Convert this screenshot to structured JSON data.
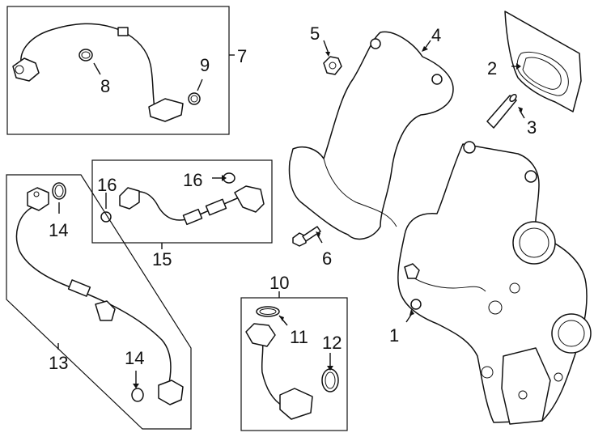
{
  "diagram": {
    "callouts": [
      {
        "id": "c1",
        "label": "1"
      },
      {
        "id": "c2",
        "label": "2"
      },
      {
        "id": "c3",
        "label": "3"
      },
      {
        "id": "c4",
        "label": "4"
      },
      {
        "id": "c5",
        "label": "5"
      },
      {
        "id": "c6",
        "label": "6"
      },
      {
        "id": "c7",
        "label": "7"
      },
      {
        "id": "c8",
        "label": "8"
      },
      {
        "id": "c9",
        "label": "9"
      },
      {
        "id": "c10",
        "label": "10"
      },
      {
        "id": "c11",
        "label": "11"
      },
      {
        "id": "c12",
        "label": "12"
      },
      {
        "id": "c13",
        "label": "13"
      },
      {
        "id": "c14a",
        "label": "14"
      },
      {
        "id": "c14b",
        "label": "14"
      },
      {
        "id": "c15",
        "label": "15"
      },
      {
        "id": "c16a",
        "label": "16"
      },
      {
        "id": "c16b",
        "label": "16"
      }
    ]
  }
}
